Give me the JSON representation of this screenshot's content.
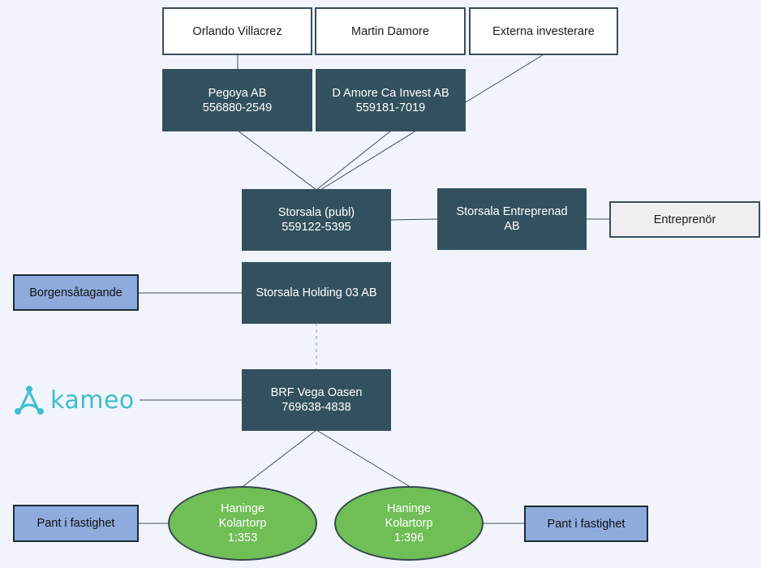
{
  "owners": {
    "orlando": "Orlando Villacrez",
    "martin": "Martin Damore",
    "external": "Externa investerare"
  },
  "companies": {
    "pegoya": {
      "name": "Pegoya AB",
      "id": "556880-2549"
    },
    "damore": {
      "name": "D Amore Ca Invest AB",
      "id": "559181-7019"
    },
    "storsala_publ": {
      "name": "Storsala (publ)",
      "id": "559122-5395"
    },
    "storsala_entreprenad": {
      "line1": "Storsala Entreprenad",
      "line2": "AB"
    },
    "storsala_holding": {
      "name": "Storsala Holding 03 AB"
    },
    "brf": {
      "name": "BRF Vega Oasen",
      "id": "769638-4838"
    }
  },
  "entreprenor": "Entreprenör",
  "borgen": "Borgensåtagande",
  "lender": {
    "wordmark": "kameo"
  },
  "properties": [
    {
      "line1": "Haninge",
      "line2": "Kolartorp",
      "line3": "1:353"
    },
    {
      "line1": "Haninge",
      "line2": "Kolartorp",
      "line3": "1:396"
    }
  ],
  "pledges": [
    "Pant i fastighet",
    "Pant i fastighet"
  ],
  "colors": {
    "background": "#f1f5fb",
    "company_box": "#33505f",
    "owner_box": "#ffffff",
    "pledge_box": "#8faadc",
    "property_ellipse": "#70bf56",
    "kameo_brand": "#40bcd0",
    "connector": "#3a4d5c"
  }
}
